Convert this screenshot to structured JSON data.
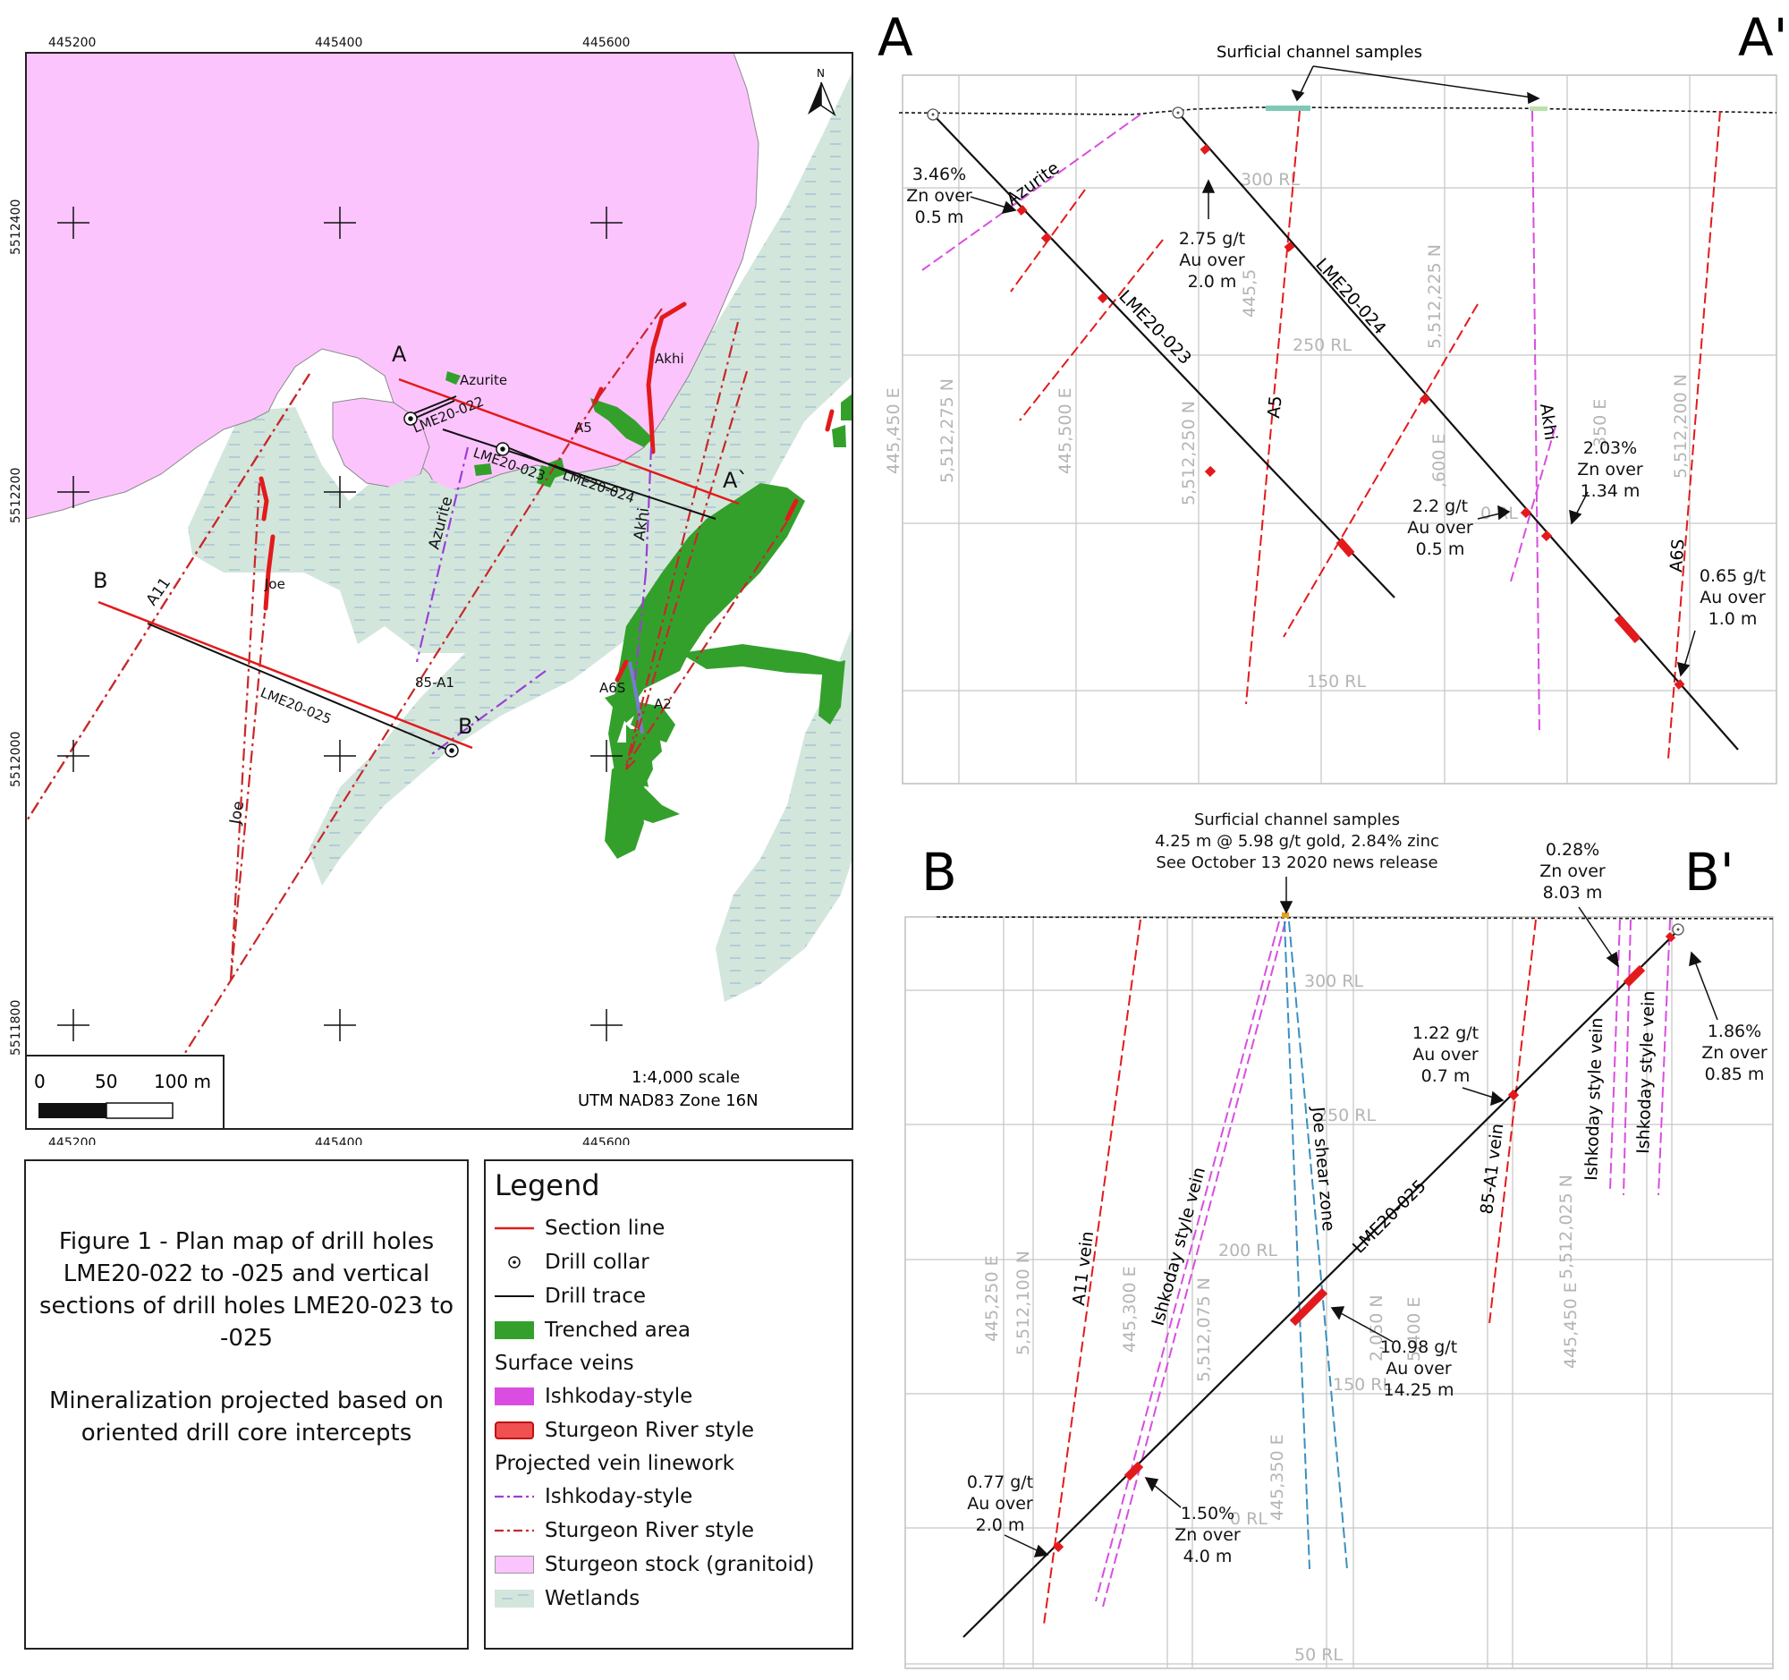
{
  "plan_map": {
    "x_ticks": [
      "445200",
      "445400",
      "445600"
    ],
    "y_ticks": [
      "5512400",
      "5512200",
      "5512000",
      "5511800"
    ],
    "north": "N",
    "scale_bar": {
      "zero": "0",
      "mid": "50",
      "end": "100 m"
    },
    "scale_text": "1:4,000 scale",
    "datum_text": "UTM NAD83 Zone 16N",
    "labels": {
      "section_a_start": "A",
      "section_a_end": "A`",
      "section_b_start": "B",
      "section_b_end": "B`",
      "azurite_top": "Azurite",
      "akhi_top": "Akhi",
      "a5": "A5",
      "hole_022": "LME20-022",
      "hole_023": "LME20-023",
      "hole_024": "LME20-024",
      "hole_025": "LME20-025",
      "azurite_vein": "Azurite",
      "akhi_vein": "Akhi",
      "a11": "A11",
      "joe_top": "Joe",
      "joe_bottom": "Joe",
      "a1_85": "85-A1",
      "a6s": "A6S",
      "a2": "A2"
    }
  },
  "section_a": {
    "title_left": "A",
    "title_right": "A'",
    "channel_label": "Surficial channel samples",
    "grid_labels": {
      "rl300": "300 RL",
      "rl250": "250 RL",
      "rl150": "150 RL",
      "rl200": "0 RL",
      "e445450": "445,450 E",
      "n275": "5,512,275 N",
      "e445500": "445,500 E",
      "n250": "5,512,250 N",
      "e445550": "445,5",
      "n225": "5,512,225 N",
      "e445600": ",600 E",
      "e445650": "350 E",
      "n200": "5,512,200 N"
    },
    "holes": {
      "h023": "LME20-023",
      "h024": "LME20-024"
    },
    "veins": {
      "azurite": "Azurite",
      "a5": "A5",
      "akhi": "Akhi",
      "a6s": "A6S"
    },
    "intercepts": {
      "i1": [
        "3.46%",
        "Zn over",
        "0.5 m"
      ],
      "i2": [
        "2.75 g/t",
        "Au over",
        "2.0 m"
      ],
      "i3": [
        "2.03%",
        "Zn over",
        "1.34 m"
      ],
      "i4": [
        "2.2 g/t",
        "Au over",
        "0.5 m"
      ],
      "i5": [
        "0.65 g/t",
        "Au over",
        "1.0 m"
      ]
    }
  },
  "section_b": {
    "title_left": "B",
    "title_right": "B'",
    "channel_lines": [
      "Surficial channel samples",
      "4.25 m @ 5.98 g/t gold, 2.84% zinc",
      "See October 13 2020 news release"
    ],
    "grid_labels": {
      "rl300": "300 RL",
      "rl250": "250 RL",
      "rl200": "200 RL",
      "rl150": "150 RL",
      "rl100": "0 RL",
      "rl50": "50 RL",
      "e445250": "445,250 E",
      "n100": "5,512,100 N",
      "e445300": "445,300 E",
      "n075": "5,512,075 N",
      "e445350": "445,350 E",
      "n050": "2,050 N",
      "e445400": "5,400 E",
      "n025": "5,512,025 N",
      "e445450": "445,450 E"
    },
    "hole": "LME20-025",
    "veins": {
      "a11": "A11 vein",
      "ishkoday_left": "Ishkoday style vein",
      "joe_shear": "Joe shear zone",
      "a1_85": "85-A1 vein",
      "ishkoday_right1": "Ishkoday style vein",
      "ishkoday_right2": "Ishkoday style vein"
    },
    "intercepts": {
      "i1": [
        "0.28%",
        "Zn over",
        "8.03 m"
      ],
      "i2": [
        "1.86%",
        "Zn over",
        "0.85 m"
      ],
      "i3": [
        "1.22 g/t",
        "Au over",
        "0.7 m"
      ],
      "i4": [
        "10.98 g/t",
        "Au over",
        "14.25 m"
      ],
      "i5": [
        "0.77 g/t",
        "Au over",
        "2.0 m"
      ],
      "i6": [
        "1.50%",
        "Zn over",
        "4.0 m"
      ]
    }
  },
  "caption": {
    "line1": "Figure 1 - Plan map of drill holes",
    "line2": "LME20-022 to -025 and vertical",
    "line3": "sections of drill holes LME20-023 to",
    "line4": "-025",
    "line5": "Mineralization projected based on",
    "line6": "oriented drill core intercepts"
  },
  "legend": {
    "title": "Legend",
    "section_line": "Section line",
    "drill_collar": "Drill collar",
    "drill_trace": "Drill trace",
    "trenched_area": "Trenched area",
    "surface_veins": "Surface veins",
    "ishkoday_style": "Ishkoday-style",
    "sturgeon_river_style": "Sturgeon River style",
    "projected_vein_linework": "Projected vein linework",
    "proj_ishkoday": "Ishkoday-style",
    "proj_sturgeon": "Sturgeon River style",
    "sturgeon_stock": "Sturgeon stock (granitoid)",
    "wetlands": "Wetlands"
  },
  "colors": {
    "stock": "#fcc4fc",
    "wetland": "#d3e6dc",
    "trench": "#34a02c",
    "sturgeon": "#e31a1c",
    "ishkoday": "#d94ee0",
    "proj_ishkoday": "#9b3fd6",
    "proj_sturgeon": "#c8282a",
    "joe_shear": "#3b8fc2"
  }
}
